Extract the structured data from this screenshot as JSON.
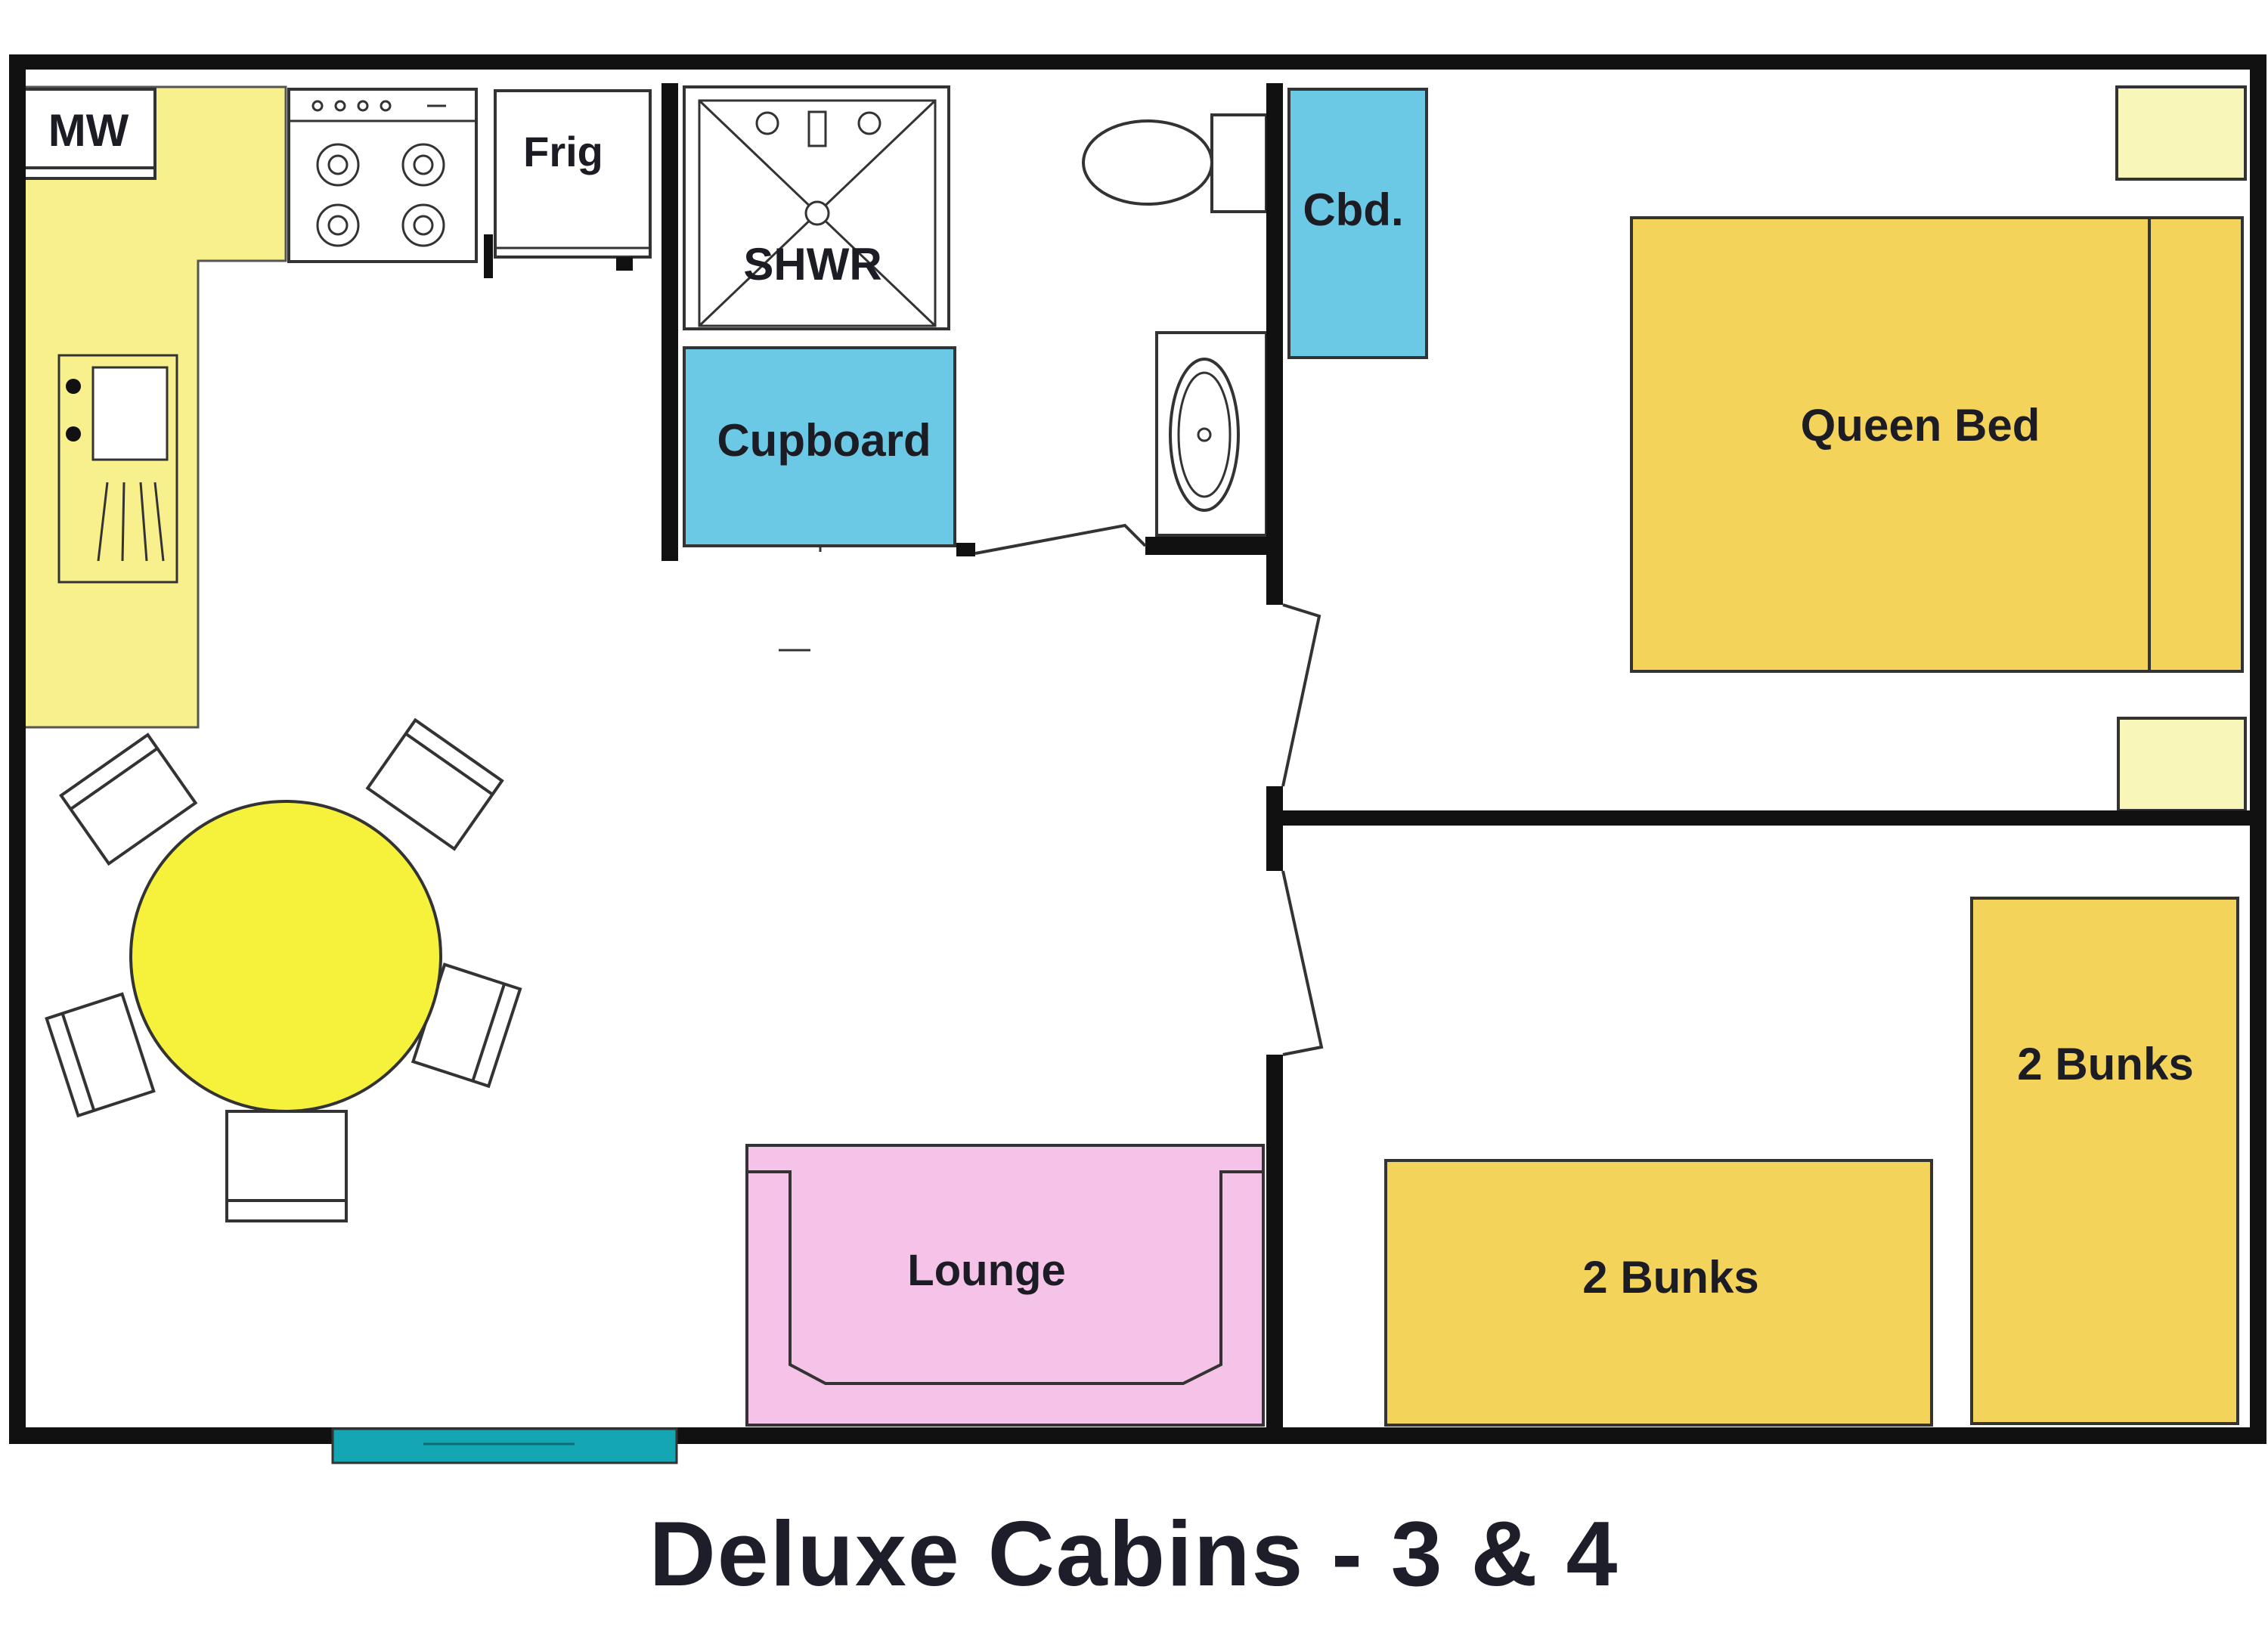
{
  "title": "Deluxe Cabins - 3 & 4",
  "labels": {
    "microwave": "MW",
    "fridge": "Frig",
    "shower": "SHWR",
    "cupboard": "Cupboard",
    "cabinet": "Cbd.",
    "queen_bed": "Queen Bed",
    "bunks_right": "2 Bunks",
    "bunks_bottom": "2 Bunks",
    "lounge": "Lounge"
  },
  "colors": {
    "wall": "#111111",
    "kitchen_bench": "#f7f08c",
    "cupboard": "#6cc9e6",
    "bed": "#f4d35a",
    "lounge": "#f5c3e8",
    "table": "#f6f23c",
    "window": "#15a6b4",
    "bedside": "#f8f6b8"
  }
}
